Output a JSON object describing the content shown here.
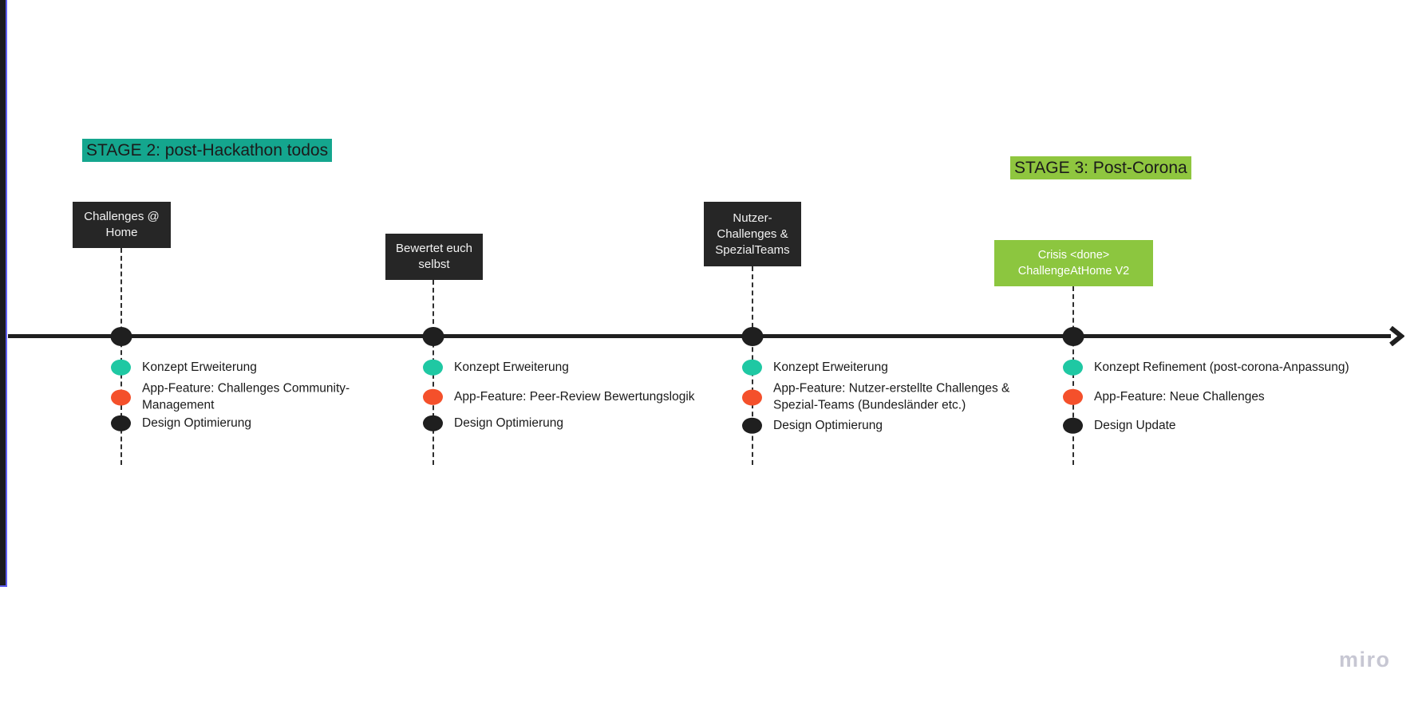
{
  "board": {
    "watermark": "miro"
  },
  "stages": [
    {
      "label": "STAGE 2: post-Hackathon todos",
      "highlight": "#14A68E"
    },
    {
      "label": "STAGE 3: Post-Corona",
      "highlight": "#8FC63F"
    }
  ],
  "milestones": [
    {
      "title": "Challenges @ Home",
      "card_style": "dark",
      "items": [
        {
          "bullet": "teal",
          "text": "Konzept Erweiterung"
        },
        {
          "bullet": "orange",
          "text": "App-Feature: Challenges Community-Management"
        },
        {
          "bullet": "black",
          "text": "Design Optimierung"
        }
      ]
    },
    {
      "title": "Bewertet euch selbst",
      "card_style": "dark",
      "items": [
        {
          "bullet": "teal",
          "text": "Konzept Erweiterung"
        },
        {
          "bullet": "orange",
          "text": "App-Feature: Peer-Review Bewertungslogik"
        },
        {
          "bullet": "black",
          "text": "Design Optimierung"
        }
      ]
    },
    {
      "title": "Nutzer-Challenges & SpezialTeams",
      "card_style": "dark",
      "items": [
        {
          "bullet": "teal",
          "text": "Konzept Erweiterung"
        },
        {
          "bullet": "orange",
          "text": "App-Feature: Nutzer-erstellte Challenges & Spezial-Teams (Bundesländer etc.)"
        },
        {
          "bullet": "black",
          "text": "Design Optimierung"
        }
      ]
    },
    {
      "title": "Crisis <done> ChallengeAtHome V2",
      "card_style": "green",
      "items": [
        {
          "bullet": "teal",
          "text": "Konzept Refinement (post-corona-Anpassung)"
        },
        {
          "bullet": "orange",
          "text": "App-Feature: Neue Challenges"
        },
        {
          "bullet": "black",
          "text": "Design Update"
        }
      ]
    }
  ],
  "colors": {
    "stage2_highlight": "#14A68E",
    "stage3_highlight": "#8FC63F",
    "milestone_dark": "#262626",
    "milestone_green": "#8CC63F",
    "bullet_teal": "#1FC8A3",
    "bullet_orange": "#F4502B",
    "bullet_black": "#1F1F1F",
    "timeline": "#1F1F1F",
    "frame_selection_blue": "#5E5EEF",
    "watermark_gray": "#C7C7D3"
  }
}
